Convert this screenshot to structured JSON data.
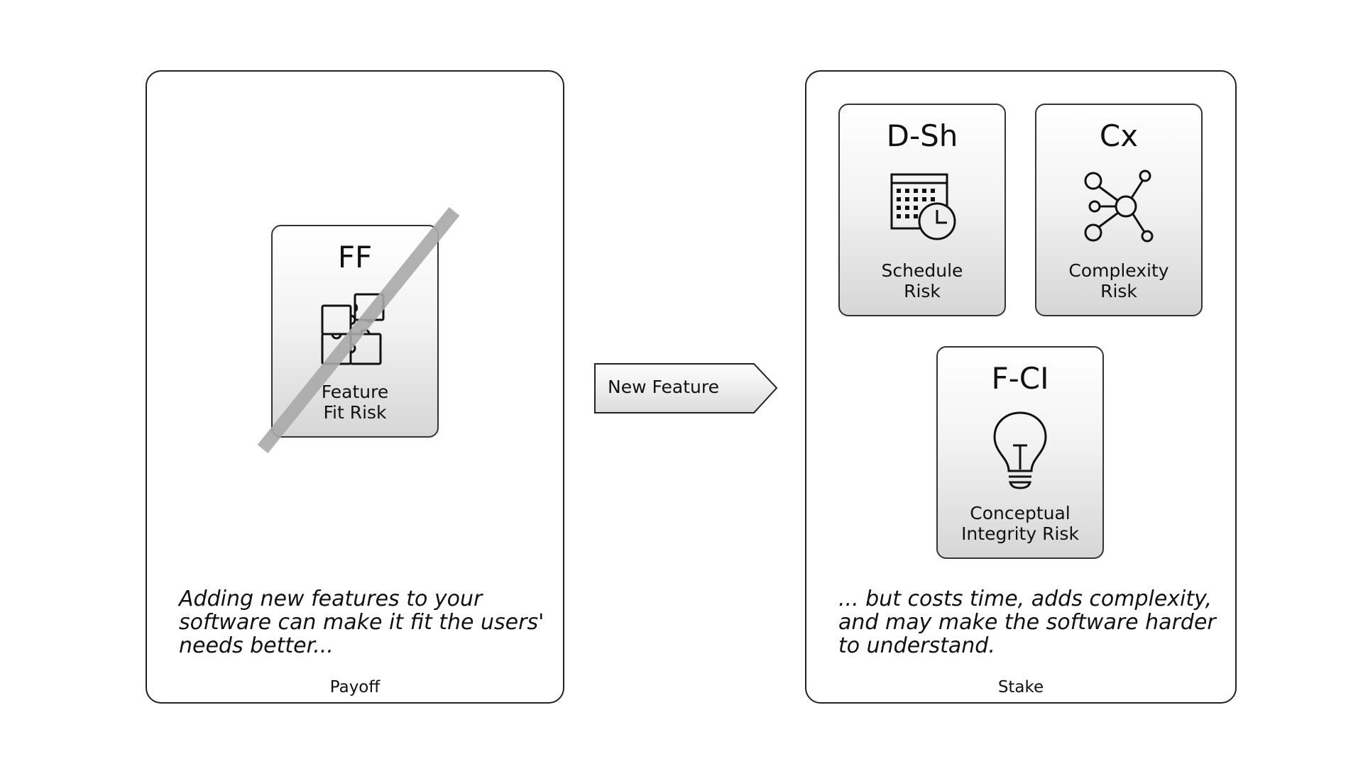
{
  "payoff": {
    "text": "Adding new features to your software can make it fit the users' needs better...",
    "caption": "Payoff",
    "card": {
      "code": "FF",
      "label_line1": "Feature",
      "label_line2": "Fit Risk",
      "icon": "puzzle-icon",
      "struck_out": true
    }
  },
  "arrow": {
    "label": "New Feature"
  },
  "stake": {
    "text": "... but costs time, adds complexity, and may make the software harder to understand.",
    "caption": "Stake",
    "cards": [
      {
        "code": "D-Sh",
        "label_line1": "Schedule",
        "label_line2": "Risk",
        "icon": "calendar-clock-icon"
      },
      {
        "code": "Cx",
        "label_line1": "Complexity",
        "label_line2": "Risk",
        "icon": "network-icon"
      },
      {
        "code": "F-CI",
        "label_line1": "Conceptual",
        "label_line2": "Integrity Risk",
        "icon": "lightbulb-icon"
      }
    ]
  },
  "colors": {
    "border": "#222222",
    "card_gradient_top": "#ffffff",
    "card_gradient_bottom": "#d6d6d6",
    "strike": "#a8a8a8",
    "arrow_fill": "#e6e6e6"
  }
}
